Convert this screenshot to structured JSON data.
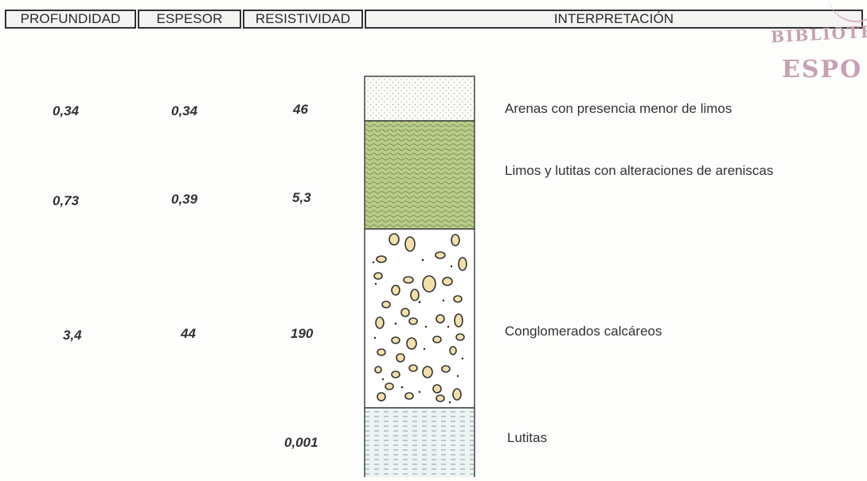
{
  "headers": {
    "profundidad": "PROFUNDIDAD",
    "espesor": "ESPESOR",
    "resistividad": "RESISTIVIDAD",
    "interpretacion": "INTERPRETACIÓN"
  },
  "stamp": {
    "line1": "BIBLIOTECA",
    "line2": "ESPO"
  },
  "layers": [
    {
      "profundidad": "0,34",
      "espesor": "0,34",
      "resistividad": "46",
      "interpretacion": "Arenas con presencia menor de limos",
      "pattern": "dotted-sand"
    },
    {
      "profundidad": "0,73",
      "espesor": "0,39",
      "resistividad": "5,3",
      "interpretacion": "Limos y lutitas con alteraciones de areniscas",
      "pattern": "green-wavy"
    },
    {
      "profundidad": "3,4",
      "espesor": "44",
      "resistividad": "190",
      "interpretacion": "Conglomerados calcáreos",
      "pattern": "conglomerate"
    },
    {
      "profundidad": "",
      "espesor": "",
      "resistividad": "0,001",
      "interpretacion": "Lutitas",
      "pattern": "dashed-shale"
    }
  ],
  "colors": {
    "silt_green": "#b9cc8a",
    "pebble_fill": "#f3dfa8",
    "shale_blue": "#6f9aa5",
    "stamp": "#c8a0b4"
  }
}
